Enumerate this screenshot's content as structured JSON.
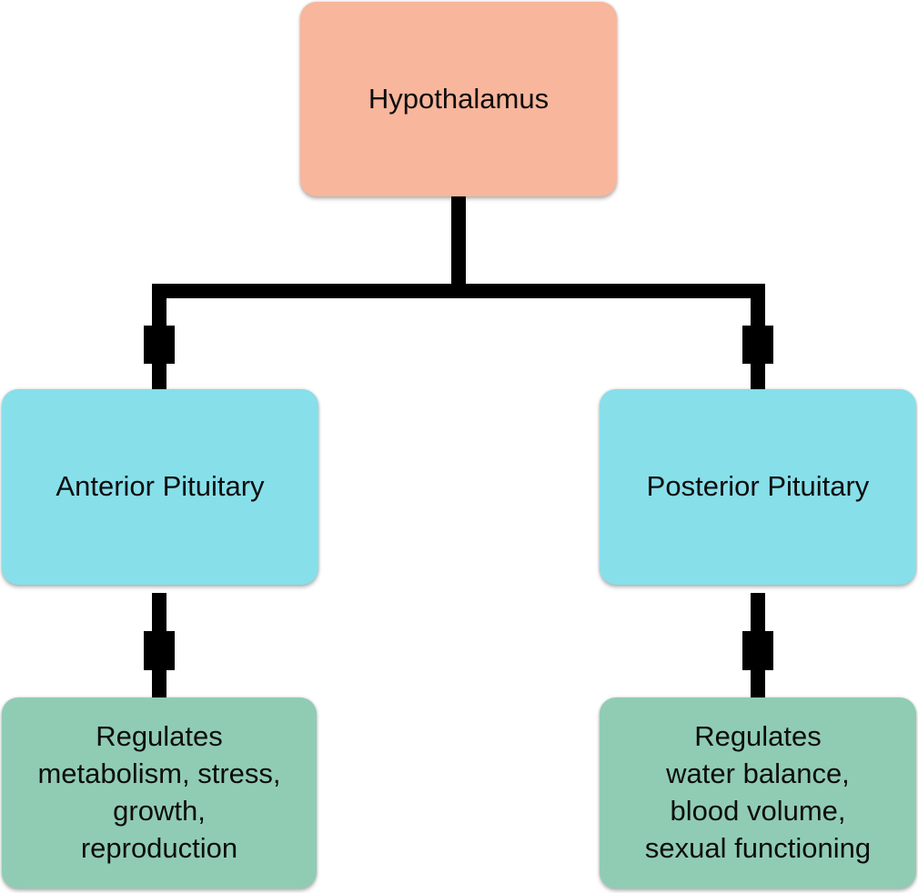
{
  "diagram": {
    "type": "flowchart",
    "background_color": "#ffffff",
    "line_color": "#000000",
    "text_color": "#0d0d0d",
    "nodes": {
      "hypothalamus": {
        "label": "Hypothalamus",
        "fill": "#F8B69C"
      },
      "anterior_pituitary": {
        "label": "Anterior Pituitary",
        "fill": "#87DFEA"
      },
      "posterior_pituitary": {
        "label": "Posterior Pituitary",
        "fill": "#87DFEA"
      },
      "anterior_function": {
        "label": "Regulates\nmetabolism, stress,\ngrowth,\nreproduction",
        "fill": "#90CCB4"
      },
      "posterior_function": {
        "label": "Regulates\nwater balance,\nblood volume,\nsexual functioning",
        "fill": "#90CCB4"
      }
    },
    "edges": [
      {
        "from": "hypothalamus",
        "to": "anterior_pituitary"
      },
      {
        "from": "hypothalamus",
        "to": "posterior_pituitary"
      },
      {
        "from": "anterior_pituitary",
        "to": "anterior_function"
      },
      {
        "from": "posterior_pituitary",
        "to": "posterior_function"
      }
    ]
  }
}
